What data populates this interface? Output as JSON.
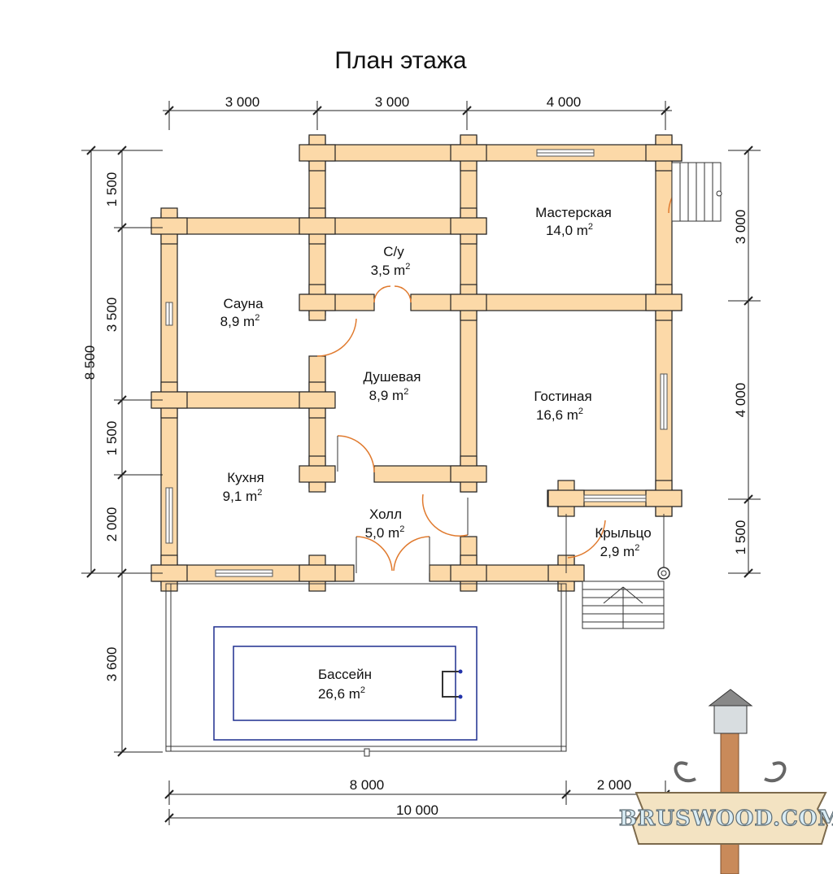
{
  "title": "План этажа",
  "rooms": [
    {
      "name": "Мастерская",
      "area": "14,0 m",
      "sup": "2"
    },
    {
      "name": "С/у",
      "area": "3,5 m",
      "sup": "2"
    },
    {
      "name": "Сауна",
      "area": "8,9 m",
      "sup": "2"
    },
    {
      "name": "Душевая",
      "area": "8,9 m",
      "sup": "2"
    },
    {
      "name": "Гостиная",
      "area": "16,6 m",
      "sup": "2"
    },
    {
      "name": "Кухня",
      "area": "9,1 m",
      "sup": "2"
    },
    {
      "name": "Холл",
      "area": "5,0 m",
      "sup": "2"
    },
    {
      "name": "Крыльцо",
      "area": "2,9 m",
      "sup": "2"
    },
    {
      "name": "Бассейн",
      "area": "26,6 m",
      "sup": "2"
    }
  ],
  "dimensions": {
    "top": [
      "3 000",
      "3 000",
      "4 000"
    ],
    "left_overall": "8 500",
    "left": [
      "1 500",
      "3 500",
      "1 500",
      "2 000",
      "3 600"
    ],
    "right": [
      "3 000",
      "4 000",
      "1 500"
    ],
    "bottom": [
      "8 000",
      "2 000"
    ],
    "bottom_overall": "10 000"
  },
  "logo": {
    "text": "BRUSWOOD.COM"
  },
  "colors": {
    "timber": "#fcd9a8",
    "outline": "#222222",
    "door_arc": "#e07a2e",
    "pool_outline": "#1e2f8f"
  }
}
